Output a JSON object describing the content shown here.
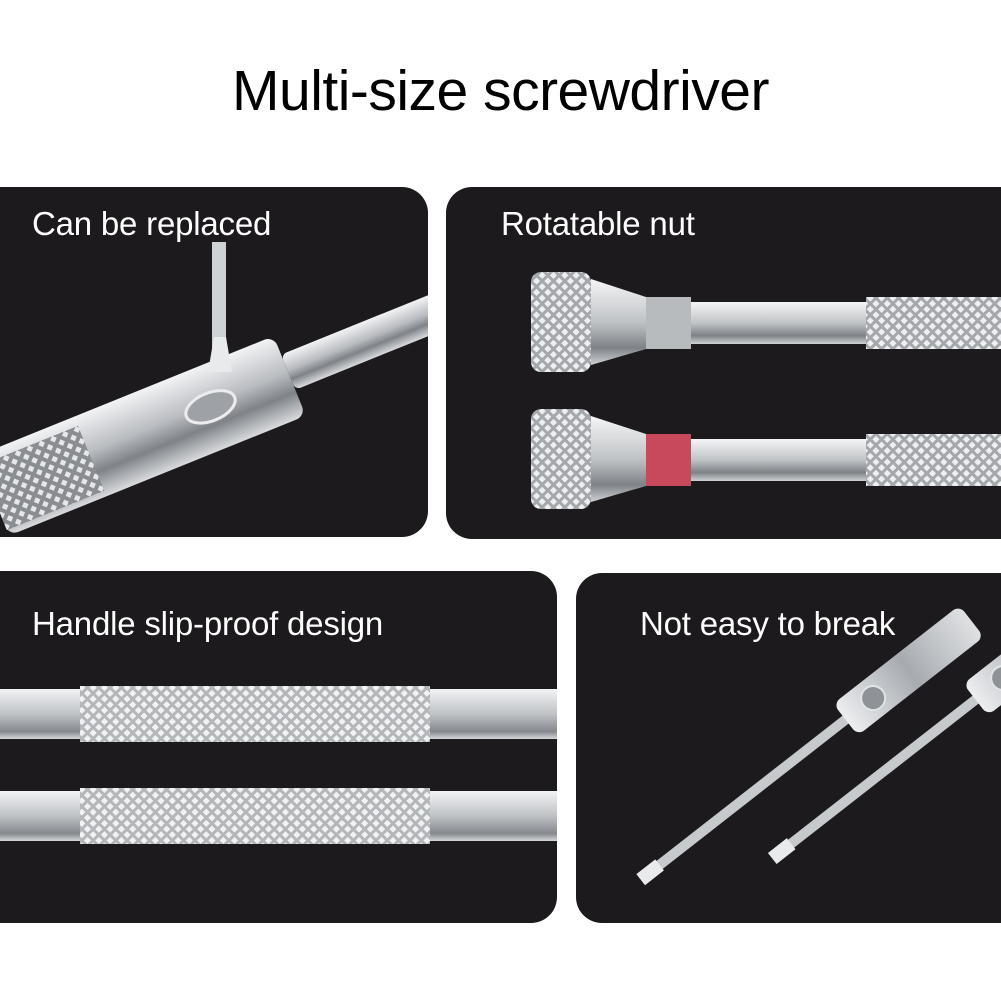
{
  "title": "Multi-size screwdriver",
  "panels": [
    {
      "label": "Can be replaced"
    },
    {
      "label": "Rotatable nut"
    },
    {
      "label": "Handle slip-proof design"
    },
    {
      "label": "Not easy to break"
    }
  ],
  "colors": {
    "panel_background": "#1c1a1c",
    "steel": "#c9ccd0",
    "gray_band": "#b8bbbe",
    "red_band": "#c8485c"
  },
  "icons": [
    "screwdriver-tip-image",
    "knurled-nut-image",
    "knurled-handle-image",
    "flat-blade-tip-image"
  ]
}
